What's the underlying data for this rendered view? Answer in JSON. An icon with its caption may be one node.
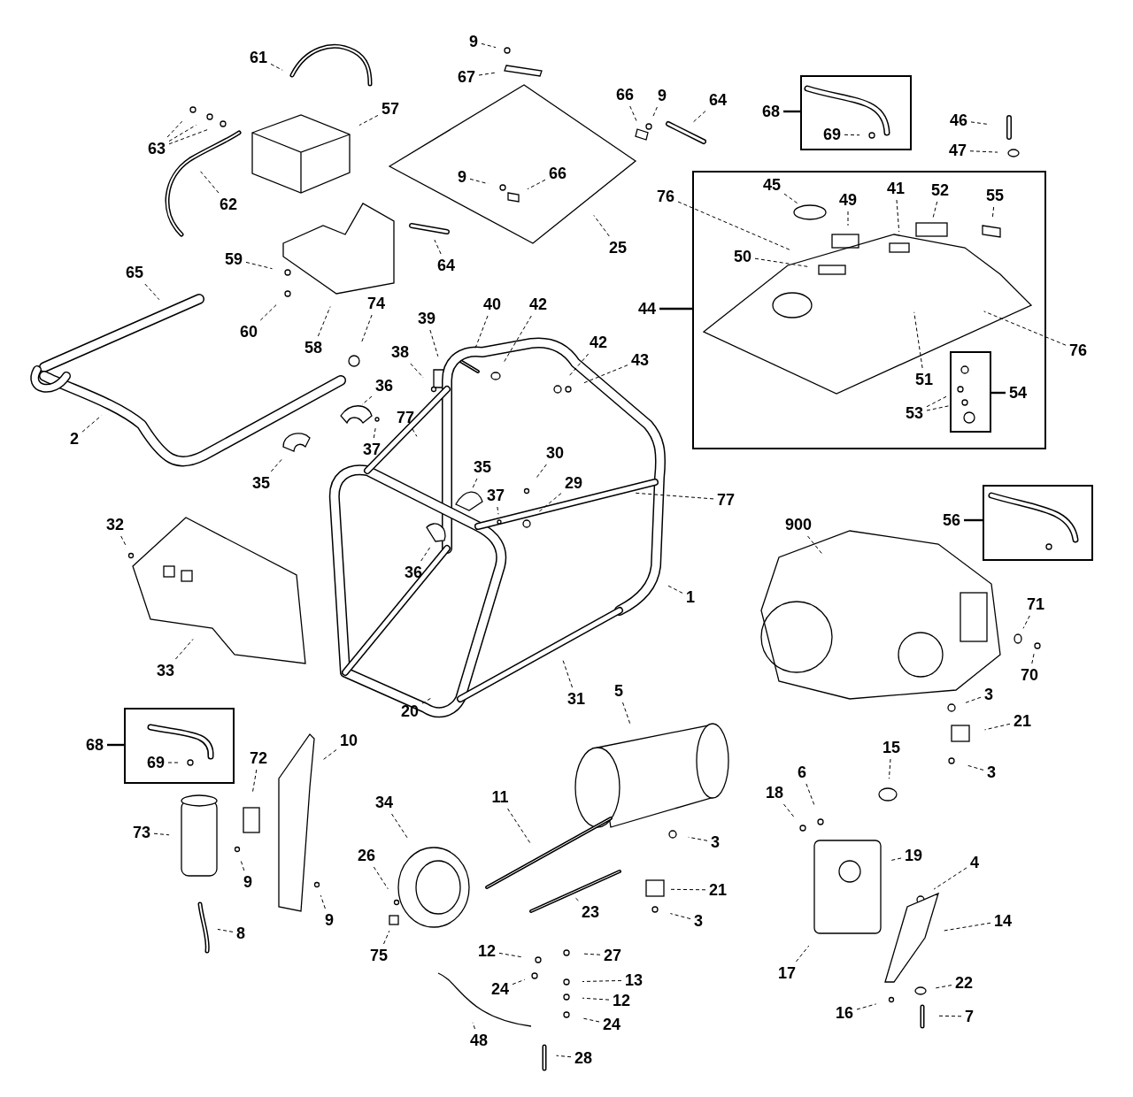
{
  "diagram": {
    "nodes": [
      {
        "text": [
          "61"
        ]
      },
      {
        "text": [
          "9"
        ]
      },
      {
        "text": [
          "67"
        ]
      },
      {
        "text": [
          "66"
        ]
      },
      {
        "text": [
          "9"
        ]
      },
      {
        "text": [
          "64"
        ]
      },
      {
        "text": [
          "68"
        ]
      },
      {
        "text": [],
        "shape": "box"
      },
      {
        "text": [
          "69"
        ],
        "in": 7
      },
      {
        "text": [
          "46"
        ]
      },
      {
        "text": [
          "57"
        ]
      },
      {
        "text": [
          "63"
        ]
      },
      {
        "text": [
          "47"
        ]
      },
      {
        "text": [
          "9"
        ]
      },
      {
        "text": [
          "66"
        ]
      },
      {
        "text": [
          "62"
        ]
      },
      {
        "text": [],
        "shape": "box"
      },
      {
        "text": [
          "76"
        ]
      },
      {
        "text": [
          "45"
        ],
        "in": 16
      },
      {
        "text": [
          "49"
        ],
        "in": 16
      },
      {
        "text": [
          "41"
        ],
        "in": 16
      },
      {
        "text": [
          "52"
        ],
        "in": 16
      },
      {
        "text": [
          "55"
        ],
        "in": 16
      },
      {
        "text": [
          "25"
        ]
      },
      {
        "text": [
          "50"
        ],
        "in": 16
      },
      {
        "text": [
          "64"
        ]
      },
      {
        "text": [
          "59"
        ]
      },
      {
        "text": [
          "65"
        ]
      },
      {
        "text": [
          "44"
        ]
      },
      {
        "text": [
          "74"
        ]
      },
      {
        "text": [
          "40"
        ]
      },
      {
        "text": [
          "42"
        ]
      },
      {
        "text": [
          "39"
        ]
      },
      {
        "text": [
          "60"
        ]
      },
      {
        "text": [
          "58"
        ]
      },
      {
        "text": [
          "42"
        ]
      },
      {
        "text": [
          "76"
        ]
      },
      {
        "text": [
          "38"
        ]
      },
      {
        "text": [
          "43"
        ]
      },
      {
        "text": [],
        "shape": "box",
        "in": 16
      },
      {
        "text": [
          "51"
        ],
        "in": 16
      },
      {
        "text": [
          "54"
        ],
        "in": 16
      },
      {
        "text": [
          "53"
        ],
        "in": 16
      },
      {
        "text": [
          "36"
        ]
      },
      {
        "text": [
          "77"
        ]
      },
      {
        "text": [
          "2"
        ]
      },
      {
        "text": [
          "37"
        ]
      },
      {
        "text": [
          "30"
        ]
      },
      {
        "text": [
          "35"
        ]
      },
      {
        "text": [
          "35"
        ]
      },
      {
        "text": [
          "29"
        ]
      },
      {
        "text": [
          "37"
        ]
      },
      {
        "text": [
          "77"
        ]
      },
      {
        "text": [
          "56"
        ]
      },
      {
        "text": [],
        "shape": "box"
      },
      {
        "text": [
          "900"
        ]
      },
      {
        "text": [
          "32"
        ]
      },
      {
        "text": [
          "36"
        ]
      },
      {
        "text": [
          "1"
        ]
      },
      {
        "text": [
          "71"
        ]
      },
      {
        "text": [
          "33"
        ]
      },
      {
        "text": [
          "70"
        ]
      },
      {
        "text": [
          "5"
        ]
      },
      {
        "text": [
          "3"
        ]
      },
      {
        "text": [
          "31"
        ]
      },
      {
        "text": [
          "20"
        ]
      },
      {
        "text": [
          "21"
        ]
      },
      {
        "text": [
          "10"
        ]
      },
      {
        "text": [
          "68"
        ]
      },
      {
        "text": [],
        "shape": "box"
      },
      {
        "text": [
          "69"
        ],
        "in": 69
      },
      {
        "text": [
          "15"
        ]
      },
      {
        "text": [
          "72"
        ]
      },
      {
        "text": [
          "3"
        ]
      },
      {
        "text": [
          "6"
        ]
      },
      {
        "text": [
          "18"
        ]
      },
      {
        "text": [
          "11"
        ]
      },
      {
        "text": [
          "34"
        ]
      },
      {
        "text": [
          "73"
        ]
      },
      {
        "text": [
          "3"
        ]
      },
      {
        "text": [
          "26"
        ]
      },
      {
        "text": [
          "19"
        ]
      },
      {
        "text": [
          "4"
        ]
      },
      {
        "text": [
          "9"
        ]
      },
      {
        "text": [
          "21"
        ]
      },
      {
        "text": [
          "23"
        ]
      },
      {
        "text": [
          "9"
        ]
      },
      {
        "text": [
          "3"
        ]
      },
      {
        "text": [
          "14"
        ]
      },
      {
        "text": [
          "8"
        ]
      },
      {
        "text": [
          "12"
        ]
      },
      {
        "text": [
          "75"
        ]
      },
      {
        "text": [
          "27"
        ]
      },
      {
        "text": [
          "17"
        ]
      },
      {
        "text": [
          "13"
        ]
      },
      {
        "text": [
          "22"
        ]
      },
      {
        "text": [
          "24"
        ]
      },
      {
        "text": [
          "12"
        ]
      },
      {
        "text": [
          "16"
        ]
      },
      {
        "text": [
          "7"
        ]
      },
      {
        "text": [
          "24"
        ]
      },
      {
        "text": [
          "48"
        ]
      },
      {
        "text": [
          "28"
        ]
      }
    ],
    "edges": [
      {
        "from": 0,
        "to": null,
        "arrow": "none",
        "style": "dashed"
      },
      {
        "from": 1,
        "to": null,
        "arrow": "none",
        "style": "dashed"
      },
      {
        "from": 2,
        "to": null,
        "arrow": "none",
        "style": "dashed"
      },
      {
        "from": 3,
        "to": null,
        "arrow": "none",
        "style": "dashed"
      },
      {
        "from": 4,
        "to": null,
        "arrow": "none",
        "style": "dashed"
      },
      {
        "from": 5,
        "to": null,
        "arrow": "none",
        "style": "dashed"
      },
      {
        "from": 6,
        "to": 7,
        "arrow": "none"
      },
      {
        "from": 8,
        "to": null,
        "arrow": "none",
        "style": "dashed"
      },
      {
        "from": 9,
        "to": null,
        "arrow": "none",
        "style": "dashed"
      },
      {
        "from": 10,
        "to": null,
        "arrow": "none",
        "style": "dashed"
      },
      {
        "from": 11,
        "to": null,
        "arrow": "none",
        "style": "dashed"
      },
      {
        "from": 11,
        "to": null,
        "arrow": "none",
        "style": "dashed"
      },
      {
        "from": 11,
        "to": null,
        "arrow": "none",
        "style": "dashed"
      },
      {
        "from": 12,
        "to": null,
        "arrow": "none",
        "style": "dashed"
      },
      {
        "from": 13,
        "to": null,
        "arrow": "none",
        "style": "dashed"
      },
      {
        "from": 14,
        "to": null,
        "arrow": "none",
        "style": "dashed"
      },
      {
        "from": 15,
        "to": null,
        "arrow": "none",
        "style": "dashed"
      },
      {
        "from": 17,
        "to": null,
        "arrow": "none",
        "style": "dashed"
      },
      {
        "from": 18,
        "to": null,
        "arrow": "none",
        "style": "dashed"
      },
      {
        "from": 19,
        "to": null,
        "arrow": "none",
        "style": "dashed"
      },
      {
        "from": 20,
        "to": null,
        "arrow": "none",
        "style": "dashed"
      },
      {
        "from": 21,
        "to": null,
        "arrow": "none",
        "style": "dashed"
      },
      {
        "from": 22,
        "to": null,
        "arrow": "none",
        "style": "dashed"
      },
      {
        "from": 23,
        "to": null,
        "arrow": "none",
        "style": "dashed"
      },
      {
        "from": 24,
        "to": null,
        "arrow": "none",
        "style": "dashed"
      },
      {
        "from": 25,
        "to": null,
        "arrow": "none",
        "style": "dashed"
      },
      {
        "from": 26,
        "to": null,
        "arrow": "none",
        "style": "dashed"
      },
      {
        "from": 27,
        "to": null,
        "arrow": "none",
        "style": "dashed"
      },
      {
        "from": 28,
        "to": 16,
        "arrow": "none"
      },
      {
        "from": 29,
        "to": null,
        "arrow": "none",
        "style": "dashed"
      },
      {
        "from": 30,
        "to": null,
        "arrow": "none",
        "style": "dashed"
      },
      {
        "from": 31,
        "to": null,
        "arrow": "none",
        "style": "dashed"
      },
      {
        "from": 32,
        "to": null,
        "arrow": "none",
        "style": "dashed"
      },
      {
        "from": 33,
        "to": null,
        "arrow": "none",
        "style": "dashed"
      },
      {
        "from": 34,
        "to": null,
        "arrow": "none",
        "style": "dashed"
      },
      {
        "from": 35,
        "to": null,
        "arrow": "none",
        "style": "dashed"
      },
      {
        "from": 36,
        "to": null,
        "arrow": "none",
        "style": "dashed"
      },
      {
        "from": 37,
        "to": null,
        "arrow": "none",
        "style": "dashed"
      },
      {
        "from": 38,
        "to": null,
        "arrow": "none",
        "style": "dashed"
      },
      {
        "from": 40,
        "to": null,
        "arrow": "none",
        "style": "dashed"
      },
      {
        "from": 41,
        "to": 39,
        "arrow": "none"
      },
      {
        "from": 42,
        "to": 39,
        "arrow": "none",
        "style": "dashed"
      },
      {
        "from": 42,
        "to": 39,
        "arrow": "none",
        "style": "dashed"
      },
      {
        "from": 43,
        "to": null,
        "arrow": "none",
        "style": "dashed"
      },
      {
        "from": 44,
        "to": null,
        "arrow": "none",
        "style": "dashed"
      },
      {
        "from": 45,
        "to": null,
        "arrow": "none",
        "style": "dashed"
      },
      {
        "from": 46,
        "to": null,
        "arrow": "none",
        "style": "dashed"
      },
      {
        "from": 47,
        "to": null,
        "arrow": "none",
        "style": "dashed"
      },
      {
        "from": 48,
        "to": null,
        "arrow": "none",
        "style": "dashed"
      },
      {
        "from": 49,
        "to": null,
        "arrow": "none",
        "style": "dashed"
      },
      {
        "from": 50,
        "to": null,
        "arrow": "none",
        "style": "dashed"
      },
      {
        "from": 51,
        "to": null,
        "arrow": "none",
        "style": "dashed"
      },
      {
        "from": 52,
        "to": null,
        "arrow": "none",
        "style": "dashed"
      },
      {
        "from": 53,
        "to": 54,
        "arrow": "none"
      },
      {
        "from": 55,
        "to": null,
        "arrow": "none",
        "style": "dashed"
      },
      {
        "from": 56,
        "to": null,
        "arrow": "none",
        "style": "dashed"
      },
      {
        "from": 57,
        "to": null,
        "arrow": "none",
        "style": "dashed"
      },
      {
        "from": 58,
        "to": null,
        "arrow": "none",
        "style": "dashed"
      },
      {
        "from": 59,
        "to": null,
        "arrow": "none",
        "style": "dashed"
      },
      {
        "from": 60,
        "to": null,
        "arrow": "none",
        "style": "dashed"
      },
      {
        "from": 61,
        "to": null,
        "arrow": "none",
        "style": "dashed"
      },
      {
        "from": 62,
        "to": null,
        "arrow": "none",
        "style": "dashed"
      },
      {
        "from": 63,
        "to": null,
        "arrow": "none",
        "style": "dashed"
      },
      {
        "from": 64,
        "to": null,
        "arrow": "none",
        "style": "dashed"
      },
      {
        "from": 65,
        "to": null,
        "arrow": "none",
        "style": "dashed"
      },
      {
        "from": 66,
        "to": null,
        "arrow": "none",
        "style": "dashed"
      },
      {
        "from": 67,
        "to": null,
        "arrow": "none",
        "style": "dashed"
      },
      {
        "from": 68,
        "to": 69,
        "arrow": "none"
      },
      {
        "from": 70,
        "to": null,
        "arrow": "none",
        "style": "dashed"
      },
      {
        "from": 71,
        "to": null,
        "arrow": "none",
        "style": "dashed"
      },
      {
        "from": 72,
        "to": null,
        "arrow": "none",
        "style": "dashed"
      },
      {
        "from": 73,
        "to": null,
        "arrow": "none",
        "style": "dashed"
      },
      {
        "from": 74,
        "to": null,
        "arrow": "none",
        "style": "dashed"
      },
      {
        "from": 75,
        "to": null,
        "arrow": "none",
        "style": "dashed"
      },
      {
        "from": 76,
        "to": null,
        "arrow": "none",
        "style": "dashed"
      },
      {
        "from": 77,
        "to": null,
        "arrow": "none",
        "style": "dashed"
      },
      {
        "from": 78,
        "to": null,
        "arrow": "none",
        "style": "dashed"
      },
      {
        "from": 79,
        "to": null,
        "arrow": "none",
        "style": "dashed"
      },
      {
        "from": 80,
        "to": null,
        "arrow": "none",
        "style": "dashed"
      },
      {
        "from": 81,
        "to": null,
        "arrow": "none",
        "style": "dashed"
      },
      {
        "from": 82,
        "to": null,
        "arrow": "none",
        "style": "dashed"
      },
      {
        "from": 83,
        "to": null,
        "arrow": "none",
        "style": "dashed"
      },
      {
        "from": 84,
        "to": null,
        "arrow": "none",
        "style": "dashed"
      },
      {
        "from": 85,
        "to": null,
        "arrow": "none",
        "style": "dashed"
      },
      {
        "from": 86,
        "to": null,
        "arrow": "none",
        "style": "dashed"
      },
      {
        "from": 87,
        "to": null,
        "arrow": "none",
        "style": "dashed"
      },
      {
        "from": 88,
        "to": null,
        "arrow": "none",
        "style": "dashed"
      },
      {
        "from": 89,
        "to": null,
        "arrow": "none",
        "style": "dashed"
      },
      {
        "from": 90,
        "to": null,
        "arrow": "none",
        "style": "dashed"
      },
      {
        "from": 91,
        "to": null,
        "arrow": "none",
        "style": "dashed"
      },
      {
        "from": 92,
        "to": null,
        "arrow": "none",
        "style": "dashed"
      },
      {
        "from": 93,
        "to": null,
        "arrow": "none",
        "style": "dashed"
      },
      {
        "from": 94,
        "to": null,
        "arrow": "none",
        "style": "dashed"
      },
      {
        "from": 95,
        "to": null,
        "arrow": "none",
        "style": "dashed"
      },
      {
        "from": 96,
        "to": null,
        "arrow": "none",
        "style": "dashed"
      },
      {
        "from": 97,
        "to": null,
        "arrow": "none",
        "style": "dashed"
      },
      {
        "from": 98,
        "to": null,
        "arrow": "none",
        "style": "dashed"
      },
      {
        "from": 99,
        "to": null,
        "arrow": "none",
        "style": "dashed"
      },
      {
        "from": 100,
        "to": null,
        "arrow": "none",
        "style": "dashed"
      },
      {
        "from": 101,
        "to": null,
        "arrow": "none",
        "style": "dashed"
      },
      {
        "from": 102,
        "to": null,
        "arrow": "none",
        "style": "dashed"
      }
    ]
  }
}
